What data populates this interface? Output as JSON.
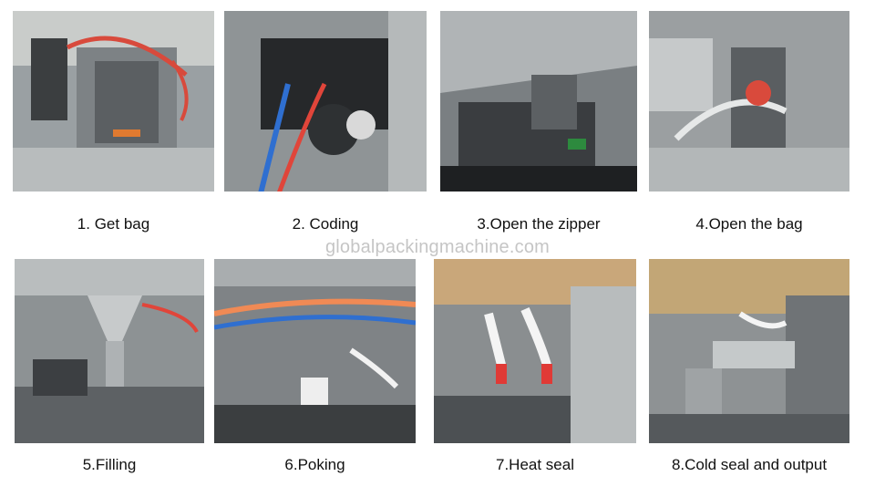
{
  "steps": [
    {
      "label": "1. Get bag",
      "icon": "get-bag-photo"
    },
    {
      "label": "2. Coding",
      "icon": "coding-photo"
    },
    {
      "label": "3.Open the zipper",
      "icon": "open-zipper-photo"
    },
    {
      "label": "4.Open the bag",
      "icon": "open-bag-photo"
    },
    {
      "label": "5.Filling",
      "icon": "filling-photo"
    },
    {
      "label": "6.Poking",
      "icon": "poking-photo"
    },
    {
      "label": "7.Heat seal",
      "icon": "heat-seal-photo"
    },
    {
      "label": "8.Cold seal and output",
      "icon": "cold-seal-output-photo"
    }
  ],
  "watermark": "globalpackingmachine.com",
  "colors": {
    "steel": "#a7abad",
    "dark_steel": "#4a4d50",
    "red_hose": "#e0453a",
    "blue_hose": "#2f6fd0",
    "orange_hose": "#f08a55"
  }
}
